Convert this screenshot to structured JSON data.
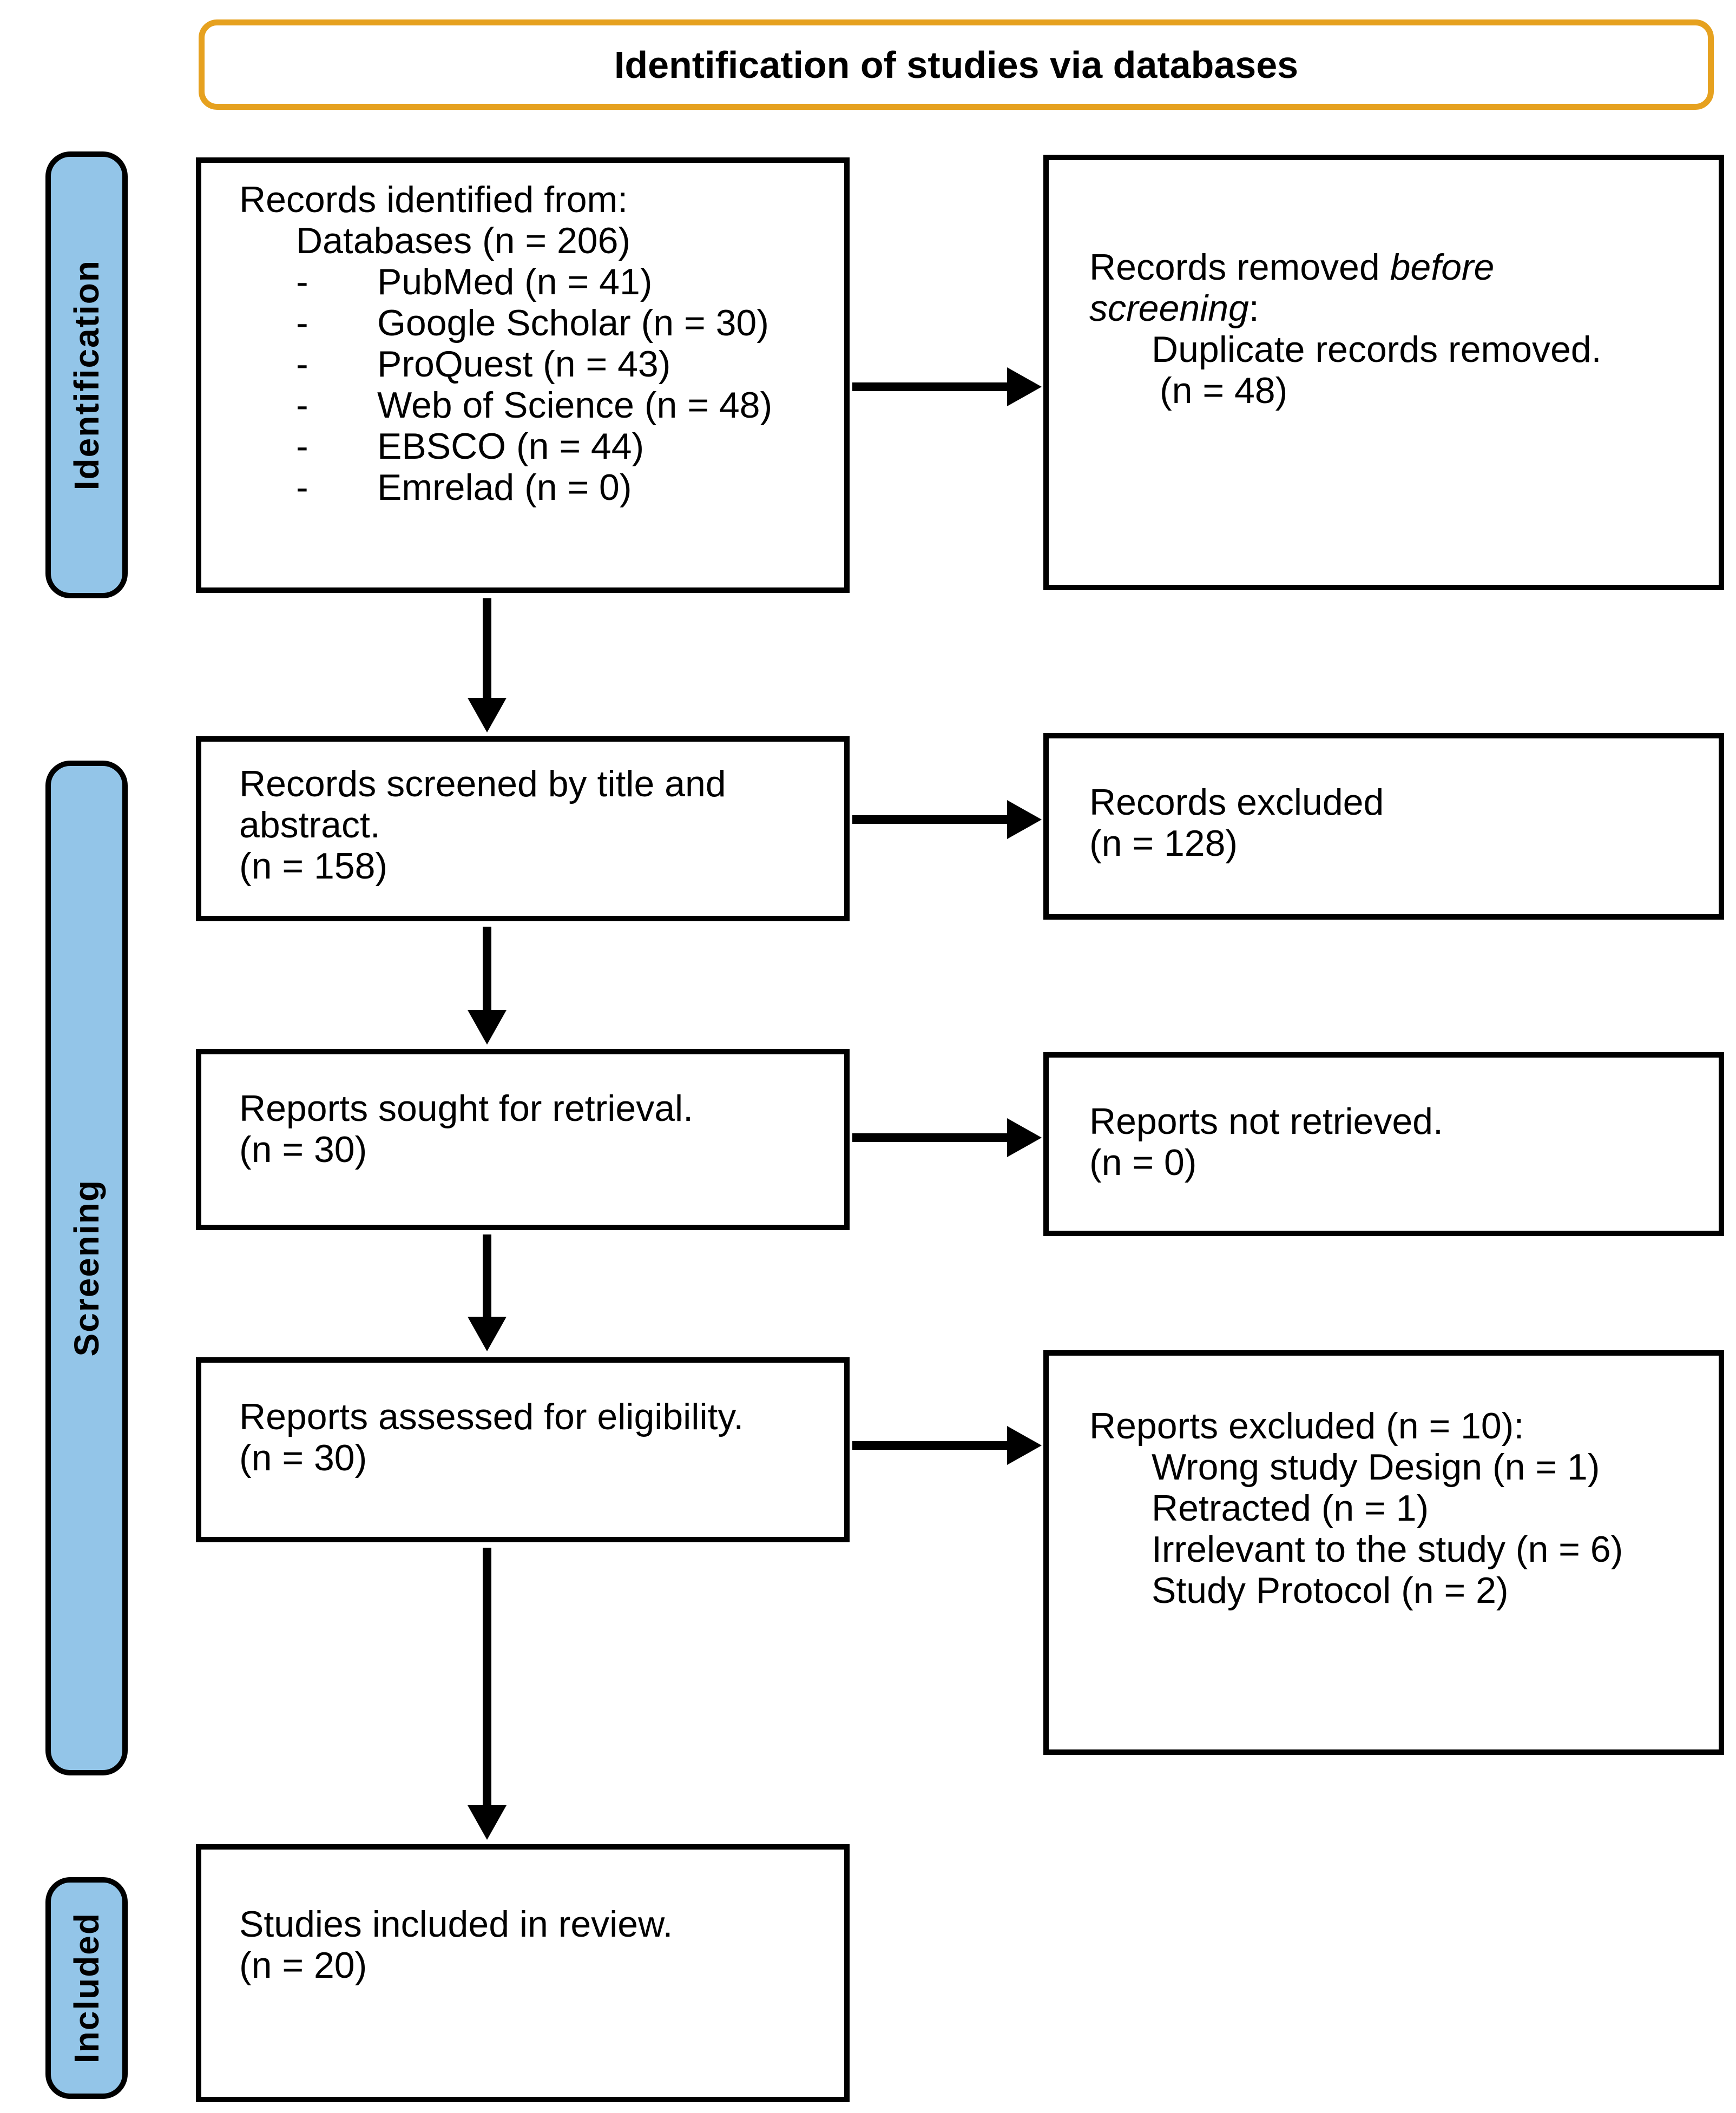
{
  "title": "Identification of studies via databases",
  "colors": {
    "stage_fill": "#93C5E8",
    "title_border": "#E6A11F",
    "box_border": "#000000",
    "arrow": "#000000"
  },
  "stages": {
    "identification": "Identification",
    "screening": "Screening",
    "included": "Included"
  },
  "boxes": {
    "records_identified": {
      "heading": "Records identified from:",
      "subheading": "Databases (n = 206)",
      "bullet": "-",
      "items": [
        "PubMed (n = 41)",
        "Google Scholar (n = 30)",
        "ProQuest (n = 43)",
        "Web of Science (n = 48)",
        "EBSCO (n = 44)",
        "Emrelad (n = 0)"
      ]
    },
    "records_removed": {
      "line1_normal": "Records removed ",
      "line1_italic": "before",
      "line2_italic": "screening",
      "line2_suffix": ":",
      "detail": "Duplicate records removed.",
      "count": "(n = 48)"
    },
    "records_screened": {
      "line1": "Records screened by title and",
      "line2": "abstract.",
      "count": "(n = 158)"
    },
    "records_excluded": {
      "line1": "Records excluded",
      "count": "(n = 128)"
    },
    "reports_sought": {
      "line1": "Reports sought for retrieval.",
      "count": "(n = 30)"
    },
    "reports_not_retrieved": {
      "line1": "Reports not retrieved.",
      "count": "(n = 0)"
    },
    "reports_assessed": {
      "line1": "Reports assessed for eligibility.",
      "count": "(n = 30)"
    },
    "reports_excluded": {
      "heading": "Reports excluded (n = 10):",
      "items": [
        "Wrong study Design (n = 1)",
        "Retracted (n = 1)",
        "Irrelevant to the study (n = 6)",
        "Study Protocol (n = 2)"
      ]
    },
    "studies_included": {
      "line1": "Studies included in review.",
      "count": "(n = 20)"
    }
  }
}
